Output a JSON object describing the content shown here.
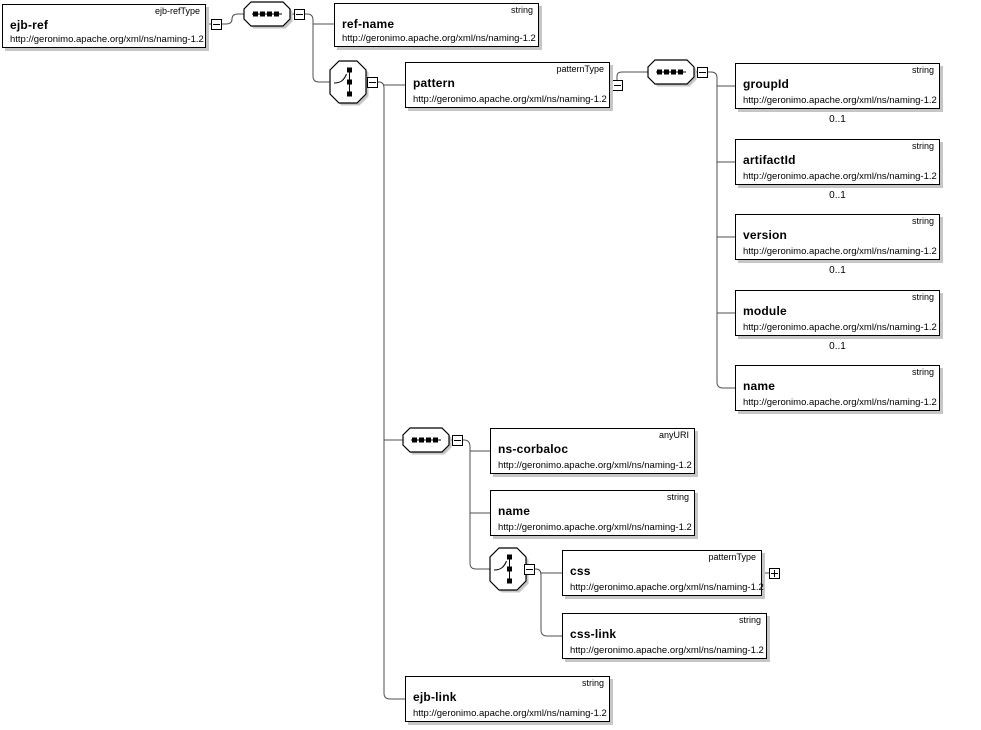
{
  "namespace": "http://geronimo.apache.org/xml/ns/naming-1.2",
  "colors": {
    "background": "#ffffff",
    "box_border": "#000000",
    "box_shadow": "#c6c6c6",
    "connector_line": "#4f4f4f"
  },
  "nodes": {
    "ejb_ref": {
      "name": "ejb-ref",
      "type": "ejb-refType",
      "url": "http://geronimo.apache.org/xml/ns/naming-1.2"
    },
    "ref_name": {
      "name": "ref-name",
      "type": "string",
      "url": "http://geronimo.apache.org/xml/ns/naming-1.2"
    },
    "pattern": {
      "name": "pattern",
      "type": "patternType",
      "url": "http://geronimo.apache.org/xml/ns/naming-1.2"
    },
    "group_id": {
      "name": "groupId",
      "type": "string",
      "url": "http://geronimo.apache.org/xml/ns/naming-1.2",
      "cardinality": "0..1"
    },
    "artifact_id": {
      "name": "artifactId",
      "type": "string",
      "url": "http://geronimo.apache.org/xml/ns/naming-1.2",
      "cardinality": "0..1"
    },
    "version": {
      "name": "version",
      "type": "string",
      "url": "http://geronimo.apache.org/xml/ns/naming-1.2",
      "cardinality": "0..1"
    },
    "module": {
      "name": "module",
      "type": "string",
      "url": "http://geronimo.apache.org/xml/ns/naming-1.2",
      "cardinality": "0..1"
    },
    "name": {
      "name": "name",
      "type": "string",
      "url": "http://geronimo.apache.org/xml/ns/naming-1.2"
    },
    "ns_corbaloc": {
      "name": "ns-corbaloc",
      "type": "anyURI",
      "url": "http://geronimo.apache.org/xml/ns/naming-1.2"
    },
    "name2": {
      "name": "name",
      "type": "string",
      "url": "http://geronimo.apache.org/xml/ns/naming-1.2"
    },
    "css": {
      "name": "css",
      "type": "patternType",
      "url": "http://geronimo.apache.org/xml/ns/naming-1.2"
    },
    "css_link": {
      "name": "css-link",
      "type": "string",
      "url": "http://geronimo.apache.org/xml/ns/naming-1.2"
    },
    "ejb_link": {
      "name": "ejb-link",
      "type": "string",
      "url": "http://geronimo.apache.org/xml/ns/naming-1.2"
    }
  }
}
